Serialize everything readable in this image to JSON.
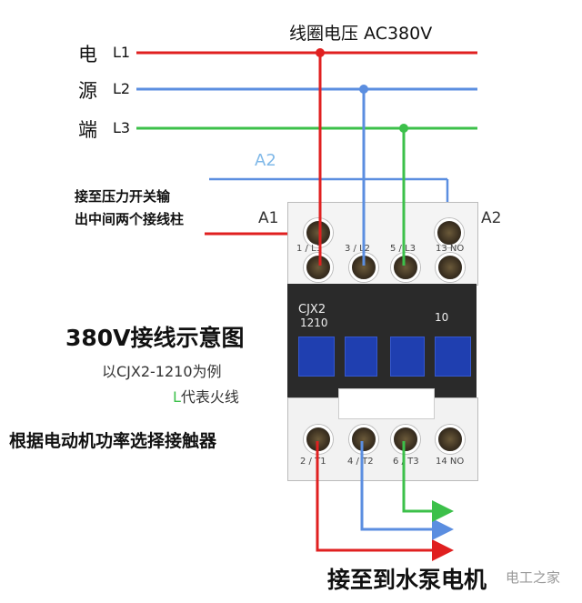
{
  "coil_voltage_label": "线圈电压 AC380V",
  "power_side": {
    "chars": [
      "电",
      "源",
      "端"
    ],
    "lines": [
      "L1",
      "L2",
      "L3"
    ]
  },
  "coil_terminals": {
    "a1": "A1",
    "a2": "A2",
    "a2_wire": "A2"
  },
  "pressure_switch_note": [
    "接至压力开关输",
    "出中间两个接线柱"
  ],
  "contactor": {
    "model": [
      "CJX2",
      "1210"
    ],
    "aux_code": "10",
    "top_terminals": [
      "1 / L1",
      "3 / L2",
      "5 / L3",
      "13 NO"
    ],
    "bottom_terminals": [
      "2 / T1",
      "4 / T2",
      "6 / T3",
      "14 NO"
    ]
  },
  "diagram_title": "380V接线示意图",
  "example_note": "以CJX2-1210为例",
  "legend_note": {
    "letter": "L",
    "text": "代表火线"
  },
  "selection_note": "根据电动机功率选择接触器",
  "output_note": "接至到水泵电机",
  "watermark": "电工之家",
  "colors": {
    "L1": "#e02020",
    "L2": "#5b8ee0",
    "L3": "#3cc04a",
    "a2_wire": "#5b8ee0",
    "a2_label": "#7fb8e8"
  }
}
